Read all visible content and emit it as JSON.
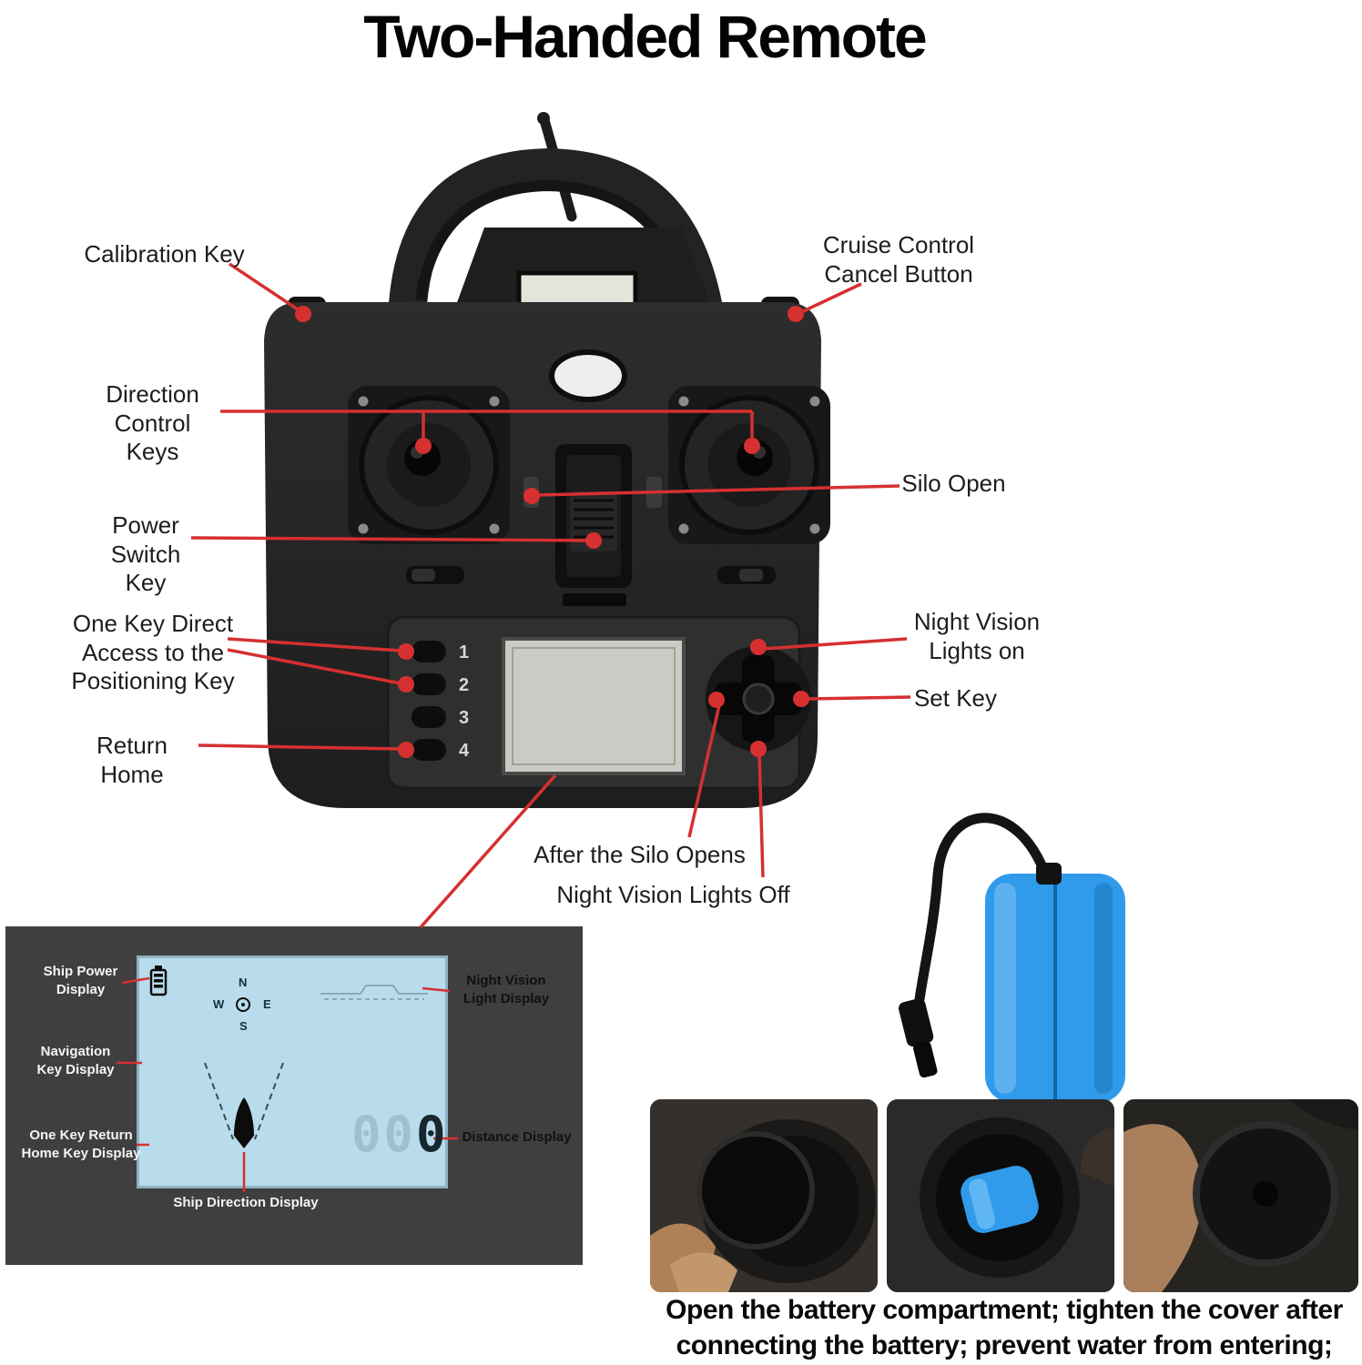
{
  "title": "Two-Handed Remote",
  "remote": {
    "key_labels": [
      "1",
      "2",
      "3",
      "4"
    ]
  },
  "callouts": {
    "calibration_key": "Calibration Key",
    "cruise_control_cancel": "Cruise Control\nCancel Button",
    "direction_control_keys": "Direction\nControl Keys",
    "silo_open": "Silo Open",
    "power_switch_key": "Power\nSwitch Key",
    "one_key_direct": "One Key Direct\nAccess to the\nPositioning Key",
    "return_home": "Return Home",
    "night_vision_lights_on": "Night Vision\nLights on",
    "set_key": "Set Key",
    "after_the_silo_opens": "After the Silo Opens",
    "night_vision_lights_off": "Night Vision Lights Off"
  },
  "lcd_panel": {
    "ship_power_display": "Ship Power\nDisplay",
    "navigation_key_display": "Navigation\nKey Display",
    "one_key_return_home": "One Key Return\nHome Key Display",
    "ship_direction_display": "Ship Direction Display",
    "night_vision_light_display": "Night Vision\nLight Display",
    "distance_display": "Distance Display",
    "compass": {
      "n": "N",
      "w": "W",
      "e": "E",
      "s": "S"
    },
    "distance_ghost": "00",
    "distance_value": "0"
  },
  "caption": "Open the battery compartment; tighten the cover after\nconnecting the battery; prevent water from entering;",
  "colors": {
    "callout_red": "#d63031",
    "lcd_blue": "#b9dcec",
    "battery_blue": "#2f9bea",
    "panel_gray": "#3f3f3f"
  }
}
